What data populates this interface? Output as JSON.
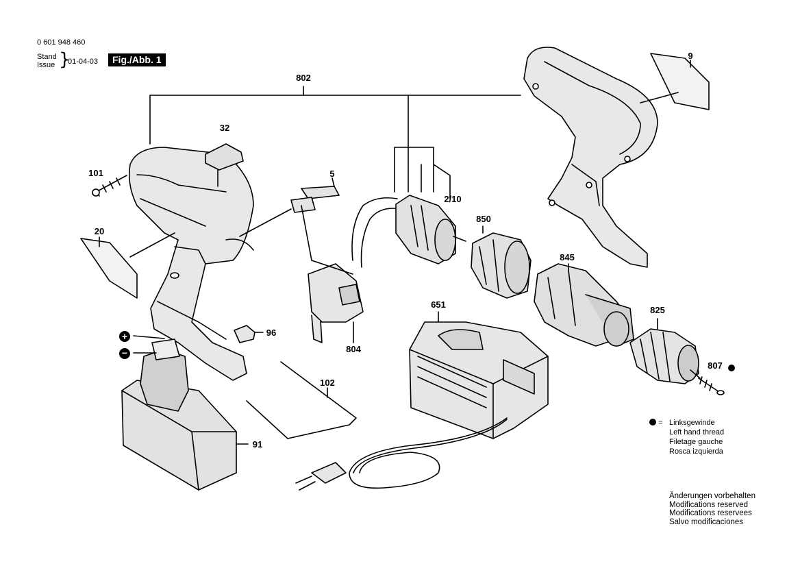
{
  "header": {
    "doc_number": "0 601 948 460",
    "stand_label": "Stand",
    "issue_label": "Issue",
    "date": "01-04-03",
    "figure_label": "Fig./Abb. 1"
  },
  "parts": {
    "p802": "802",
    "p32": "32",
    "p101": "101",
    "p5": "5",
    "p2_10": "2/10",
    "p9": "9",
    "p20": "20",
    "p850": "850",
    "p845": "845",
    "p651": "651",
    "p825": "825",
    "p96": "96",
    "p804": "804",
    "p807": "807",
    "p102": "102",
    "p91": "91"
  },
  "legend": {
    "symbol_eq": "=",
    "lines": [
      "Linksgewinde",
      "Left hand thread",
      "Filetage gauche",
      "Rosca izquierda"
    ]
  },
  "footer_notes": [
    "Änderungen vorbehalten",
    "Modifications reserved",
    "Modifications reservees",
    "Salvo modificaciones"
  ],
  "battery_symbols": {
    "plus": "+",
    "minus": "−"
  }
}
